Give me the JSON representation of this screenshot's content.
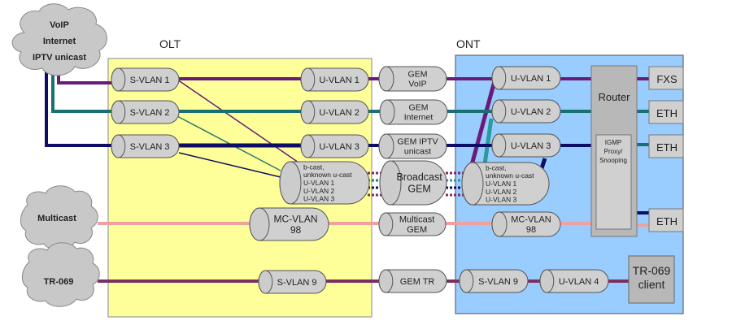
{
  "panels": {
    "olt": {
      "label": "OLT",
      "fill": "#ffff99"
    },
    "ont": {
      "label": "ONT",
      "fill": "#99ccff"
    }
  },
  "clouds": [
    {
      "id": "services",
      "lines": [
        "VoIP",
        "Internet",
        "IPTV unicast"
      ]
    },
    {
      "id": "multicast",
      "lines": [
        "Multicast"
      ]
    },
    {
      "id": "tr069",
      "lines": [
        "TR-069"
      ]
    }
  ],
  "olt": {
    "s_vlans": [
      "S-VLAN 1",
      "S-VLAN 2",
      "S-VLAN 3"
    ],
    "u_vlans": [
      "U-VLAN 1",
      "U-VLAN 2",
      "U-VLAN 3"
    ],
    "bcast": [
      "b-cast,",
      "unknown u-cast",
      "U-VLAN 1",
      "U-VLAN 2",
      "U-VLAN 3"
    ],
    "mc_vlan": [
      "MC-VLAN",
      "98"
    ],
    "s_vlan_tr": "S-VLAN 9"
  },
  "gem": {
    "voip": [
      "GEM",
      "VoIP"
    ],
    "internet": [
      "GEM",
      "Internet"
    ],
    "iptv": [
      "GEM IPTV",
      "unicast"
    ],
    "broadcast": [
      "Broadcast",
      "GEM"
    ],
    "multicast": [
      "Multicast",
      "GEM"
    ],
    "tr": "GEM TR"
  },
  "ont": {
    "u_vlans": [
      "U-VLAN 1",
      "U-VLAN 2",
      "U-VLAN 3"
    ],
    "bcast": [
      "b-cast,",
      "unknown u-cast",
      "U-VLAN 1",
      "U-VLAN 2",
      "U-VLAN 3"
    ],
    "mc_vlan": [
      "MC-VLAN",
      "98"
    ],
    "s_vlan_tr": "S-VLAN 9",
    "u_vlan_tr": "U-VLAN 4",
    "router": "Router",
    "igmp": [
      "IGMP",
      "Proxy/",
      "Snooping"
    ],
    "tr069_client": [
      "TR-069",
      "client"
    ],
    "ports": [
      "FXS",
      "ETH",
      "ETH",
      "ETH"
    ]
  },
  "colors": {
    "voip": "#6a1b7a",
    "internet": "#1a7070",
    "iptv": "#0d0d66",
    "multicast": "#f0a0a0",
    "tr069": "#7a3060",
    "voip_mesh": "#7a2a6a",
    "internet_mesh": "#2a7a6a",
    "cyl_fill": "#d0d0d0",
    "router_fill": "#b8b8b8"
  }
}
